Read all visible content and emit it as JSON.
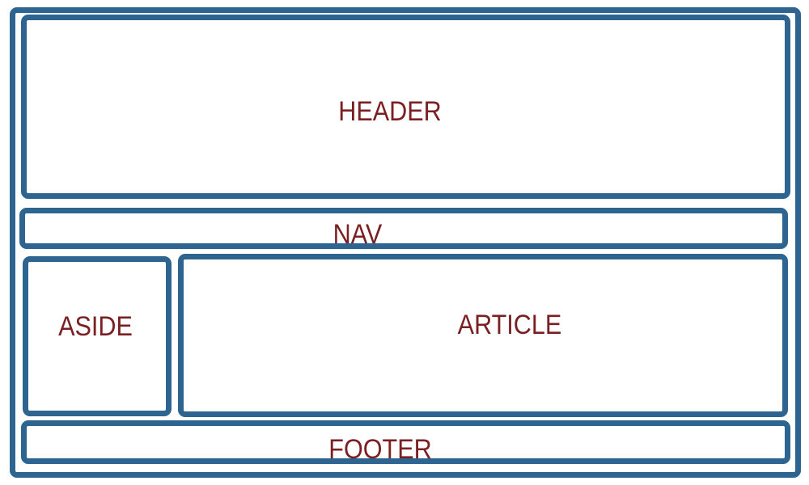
{
  "diagram": {
    "regions": {
      "header": "HEADER",
      "nav": "NAV",
      "aside": "ASIDE",
      "article": "ARTICLE",
      "footer": "FOOTER"
    },
    "colors": {
      "border": "#2d6590",
      "label": "#7a1f22",
      "background": "#ffffff"
    }
  }
}
